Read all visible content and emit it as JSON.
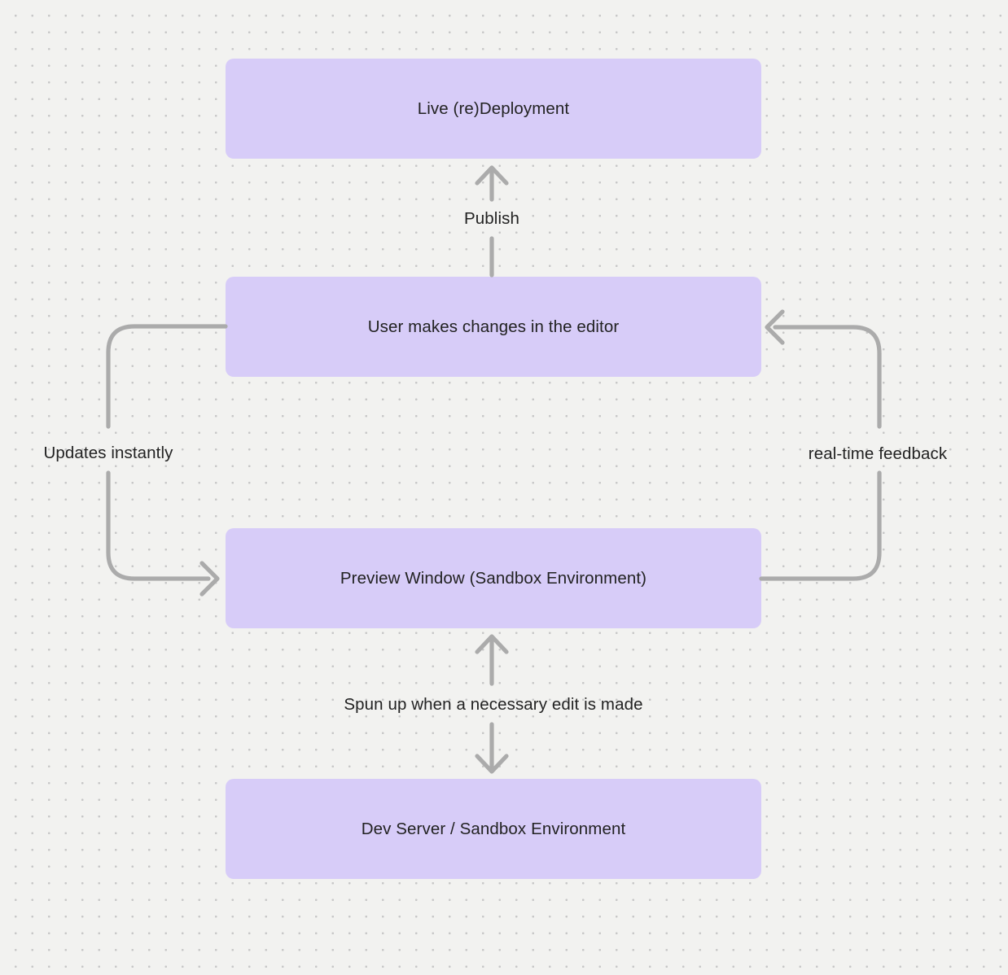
{
  "diagram": {
    "colors": {
      "background": "#f2f2f0",
      "dot_grid": "#c7c7c7",
      "node_fill": "#d7ccf8",
      "arrow": "#ababab",
      "text": "#222222"
    },
    "nodes": [
      {
        "id": "live-redeployment",
        "label": "Live (re)Deployment"
      },
      {
        "id": "user-changes",
        "label": "User makes changes in the editor"
      },
      {
        "id": "preview-window",
        "label": "Preview Window (Sandbox Environment)"
      },
      {
        "id": "dev-server",
        "label": "Dev Server / Sandbox Environment"
      }
    ],
    "edges": [
      {
        "id": "publish",
        "label": "Publish",
        "from": "user-changes",
        "to": "live-redeployment",
        "direction": "up"
      },
      {
        "id": "updates-instantly",
        "label": "Updates instantly",
        "from": "user-changes",
        "to": "preview-window",
        "direction": "left-loop-down"
      },
      {
        "id": "realtime-feedback",
        "label": "real-time feedback",
        "from": "preview-window",
        "to": "user-changes",
        "direction": "right-loop-up"
      },
      {
        "id": "spun-up",
        "label": "Spun up when a necessary edit is made",
        "from": "preview-window",
        "to": "dev-server",
        "direction": "bidirectional"
      }
    ]
  }
}
